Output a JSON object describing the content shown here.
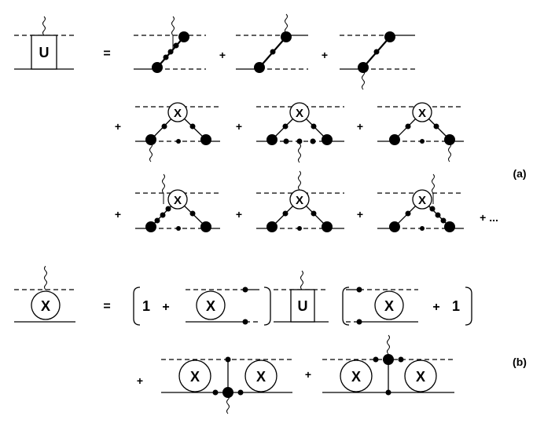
{
  "symbols": {
    "vertex_box_label": "U",
    "x_label": "X",
    "equals": "=",
    "plus": "+",
    "one": "1",
    "ellipsis": "+ ..."
  },
  "labels": {
    "a": "(a)",
    "b": "(b)"
  },
  "colors": {
    "ink": "#000000",
    "background": "#ffffff"
  }
}
